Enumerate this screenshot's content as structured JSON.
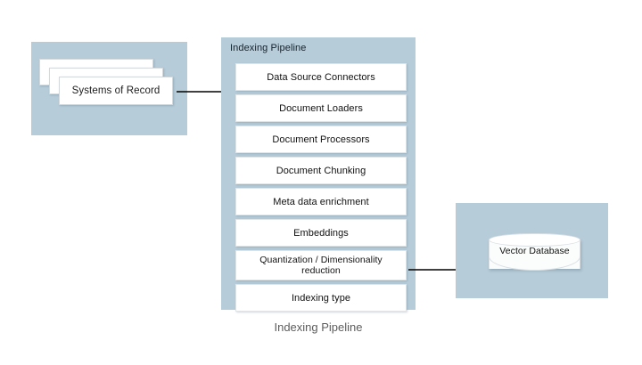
{
  "diagram": {
    "background_color": "#ffffff",
    "panel_color": "#b7ccd9",
    "box_color": "#ffffff",
    "caption": "Indexing Pipeline",
    "caption_color": "#5c5c5c"
  },
  "source_panel": {
    "name": "systems-of-record",
    "label": "Systems of Record",
    "stacked_cards": 3
  },
  "pipeline_panel": {
    "title": "Indexing Pipeline",
    "stages": [
      {
        "label": "Data Source Connectors",
        "two_line": false
      },
      {
        "label": "Document Loaders",
        "two_line": false
      },
      {
        "label": "Document Processors",
        "two_line": false
      },
      {
        "label": "Document Chunking",
        "two_line": false
      },
      {
        "label": "Meta data enrichment",
        "two_line": false
      },
      {
        "label": "Embeddings",
        "two_line": false
      },
      {
        "label": "Quantization / Dimensionality reduction",
        "two_line": true
      },
      {
        "label": "Indexing type",
        "two_line": false
      }
    ]
  },
  "target_panel": {
    "label": "Vector Database",
    "shape": "cylinder"
  },
  "arrows": [
    {
      "name": "arrow-source-to-pipeline",
      "from": "Systems of Record",
      "to": "Indexing Pipeline"
    },
    {
      "name": "arrow-pipeline-to-target",
      "from": "Indexing Pipeline",
      "to": "Vector Database"
    }
  ]
}
